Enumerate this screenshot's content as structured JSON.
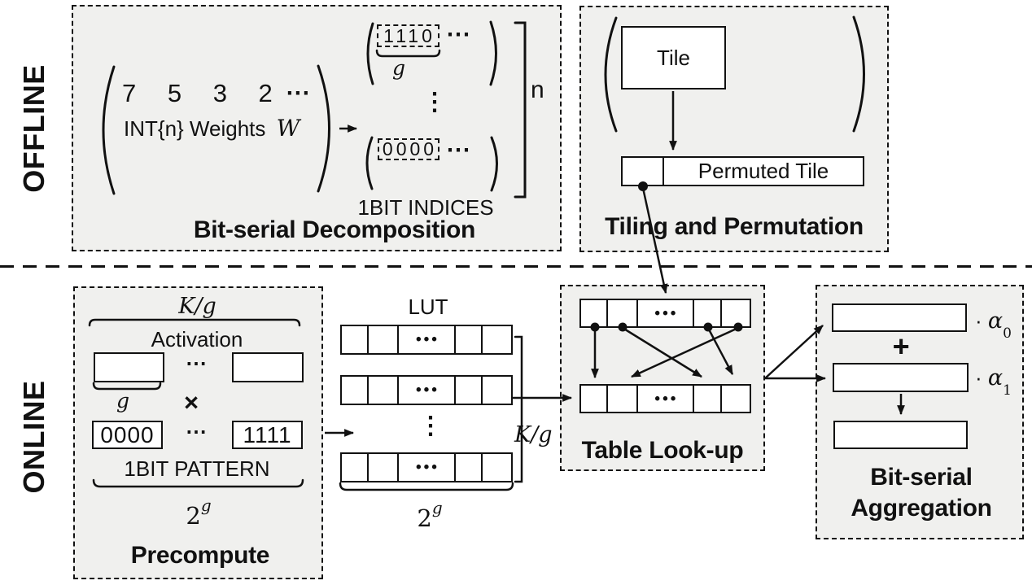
{
  "colors": {
    "ink": "#111111",
    "region_bg": "#f0f0ee",
    "bar_bg": "#ffffff"
  },
  "section_labels": {
    "offline": "OFFLINE",
    "online": "ONLINE"
  },
  "symbols": {
    "hdots": "⋯",
    "vdots": "⋮",
    "cell_dots": "•••",
    "times": "×",
    "plus": "+",
    "dot": "·"
  },
  "decomposition": {
    "title": "Bit-serial Decomposition",
    "matrix_digits": "7 5 3 2",
    "weights_text": "INT{n} Weights",
    "weights_var": "W",
    "bits_top": "1110",
    "bits_bottom": "0000",
    "g_label": "g",
    "n_label": "n",
    "indices_label": "1BIT INDICES"
  },
  "tiling": {
    "title": "Tiling and Permutation",
    "tile": "Tile",
    "permuted": "Permuted Tile"
  },
  "precompute": {
    "title": "Precompute",
    "kg": "K/g",
    "activation": "Activation",
    "g": "g",
    "bits_low": "0000",
    "bits_high": "1111",
    "pattern": "1BIT PATTERN",
    "pow_base": "2",
    "pow_exp": "g"
  },
  "lut": {
    "title": "LUT",
    "kg": "K/g",
    "pow_base": "2",
    "pow_exp": "g"
  },
  "table_lookup": {
    "title": "Table Look-up"
  },
  "aggregation": {
    "title_1": "Bit-serial",
    "title_2": "Aggregation",
    "alpha": "α",
    "sub0": "0",
    "sub1": "1"
  }
}
